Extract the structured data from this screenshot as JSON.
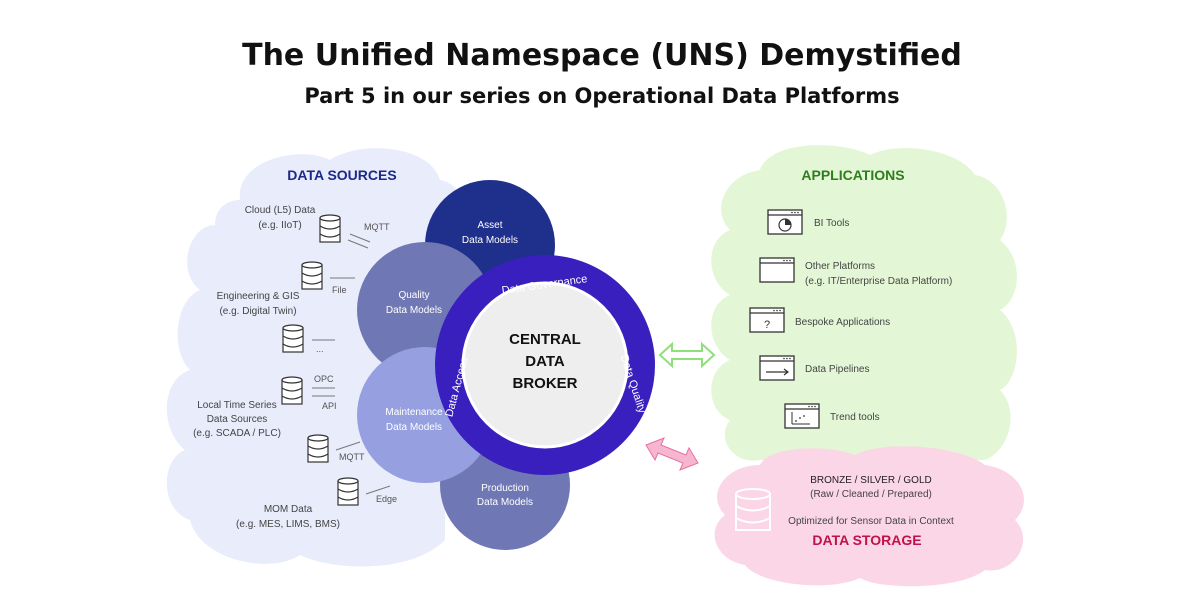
{
  "header": {
    "title": "The Unified Namespace (UNS) Demystified",
    "subtitle": "Part 5 in our series on Operational Data Platforms"
  },
  "sources": {
    "heading": "DATA SOURCES",
    "items": [
      {
        "label": "Cloud (L5) Data",
        "sublabel": "(e.g. IIoT)",
        "protocol": "MQTT"
      },
      {
        "label": "Engineering & GIS",
        "sublabel": "(e.g. Digital Twin)",
        "protocol": "File"
      },
      {
        "label": "",
        "sublabel": "",
        "protocol": "..."
      },
      {
        "label": "Local Time Series",
        "label2": "Data Sources",
        "sublabel": "(e.g. SCADA / PLC)",
        "protocol": "OPC",
        "protocol2": "API"
      },
      {
        "label": "",
        "sublabel": "",
        "protocol": "MQTT"
      },
      {
        "label": "MOM Data",
        "sublabel": "(e.g. MES, LIMS, BMS)",
        "protocol": "Edge"
      }
    ]
  },
  "models": [
    {
      "line1": "Asset",
      "line2": "Data Models",
      "color": "#1f2f8c"
    },
    {
      "line1": "Quality",
      "line2": "Data Models",
      "color": "#6f78b4"
    },
    {
      "line1": "Maintenance",
      "line2": "Data Models",
      "color": "#96a0e0"
    },
    {
      "line1": "Production",
      "line2": "Data Models",
      "color": "#6f78b4"
    }
  ],
  "broker": {
    "line1": "CENTRAL",
    "line2": "DATA",
    "line3": "BROKER",
    "ring_top": "Data Governance",
    "ring_left": "Data Access",
    "ring_right": "Data Quality",
    "ring_color": "#3a1fbf"
  },
  "applications": {
    "heading": "APPLICATIONS",
    "items": [
      {
        "label": "BI Tools",
        "icon": "pie-chart-window-icon"
      },
      {
        "label": "Other Platforms",
        "sublabel": "(e.g. IT/Enterprise Data Platform)",
        "icon": "window-icon"
      },
      {
        "label": "Bespoke Applications",
        "icon": "question-window-icon"
      },
      {
        "label": "Data Pipelines",
        "icon": "arrow-window-icon"
      },
      {
        "label": "Trend tools",
        "icon": "trend-window-icon"
      }
    ]
  },
  "storage": {
    "tiers": "BRONZE / SILVER / GOLD",
    "tiers_desc": "(Raw / Cleaned / Prepared)",
    "optimized": "Optimized for Sensor Data in Context",
    "heading": "DATA STORAGE"
  },
  "colors": {
    "sources_cloud": "#e8ecfb",
    "apps_cloud": "#e3f7d6",
    "storage_cloud": "#fbd6e6",
    "sources_heading": "#1a2a8c",
    "apps_heading": "#2e7d1e",
    "storage_heading": "#c0124a",
    "green_arrow": "#8fe07a",
    "pink_arrow": "#f7b6cf"
  }
}
